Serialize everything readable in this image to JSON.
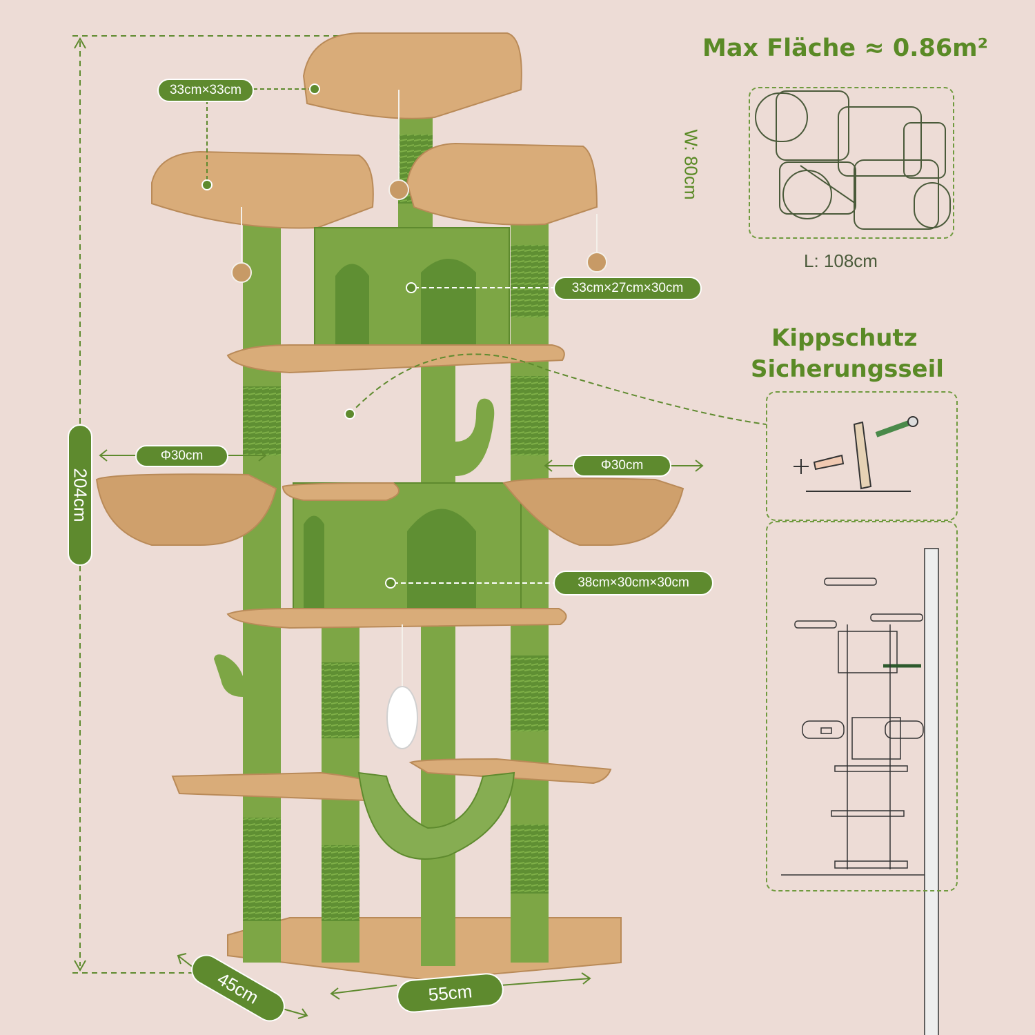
{
  "heights": {
    "total": "204cm"
  },
  "platforms": {
    "top_perch": "33cm×33cm",
    "upper_condo": "33cm×27cm×30cm",
    "lower_condo": "38cm×30cm×30cm",
    "basket_left": "Φ30cm",
    "basket_right": "Φ30cm"
  },
  "base": {
    "depth": "45cm",
    "width": "55cm"
  },
  "area": {
    "title": "Max Fläche ≈ 0.86m²",
    "width_label": "W: 80cm",
    "length_label": "L: 108cm"
  },
  "safety": {
    "title_line1": "Kippschutz",
    "title_line2": "Sicherungsseil"
  },
  "colors": {
    "background": "#eddcd6",
    "accent_green": "#5e8a2e",
    "post_green": "#7da645",
    "plush_beige": "#d9ac79"
  }
}
